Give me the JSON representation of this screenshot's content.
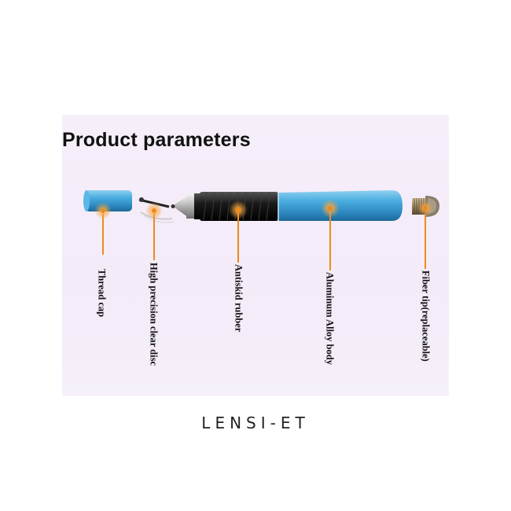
{
  "title": "Product parameters",
  "labels": [
    {
      "id": "thread-cap",
      "text": "Thread cap"
    },
    {
      "id": "clear-disc",
      "text": "High precision clear disc"
    },
    {
      "id": "antiskid",
      "text": "Antiskid rubber"
    },
    {
      "id": "body",
      "text": "Aluminum Alloy body"
    },
    {
      "id": "fiber-tip",
      "text": "Fiber tip(replaceable)"
    }
  ],
  "brand": "LENSI-ET",
  "colors": {
    "pen_blue": "#3aa3d6",
    "marker_orange": "#f08a1c",
    "panel_bg": "#f5eef9",
    "grip_black": "#1a1a1a"
  }
}
